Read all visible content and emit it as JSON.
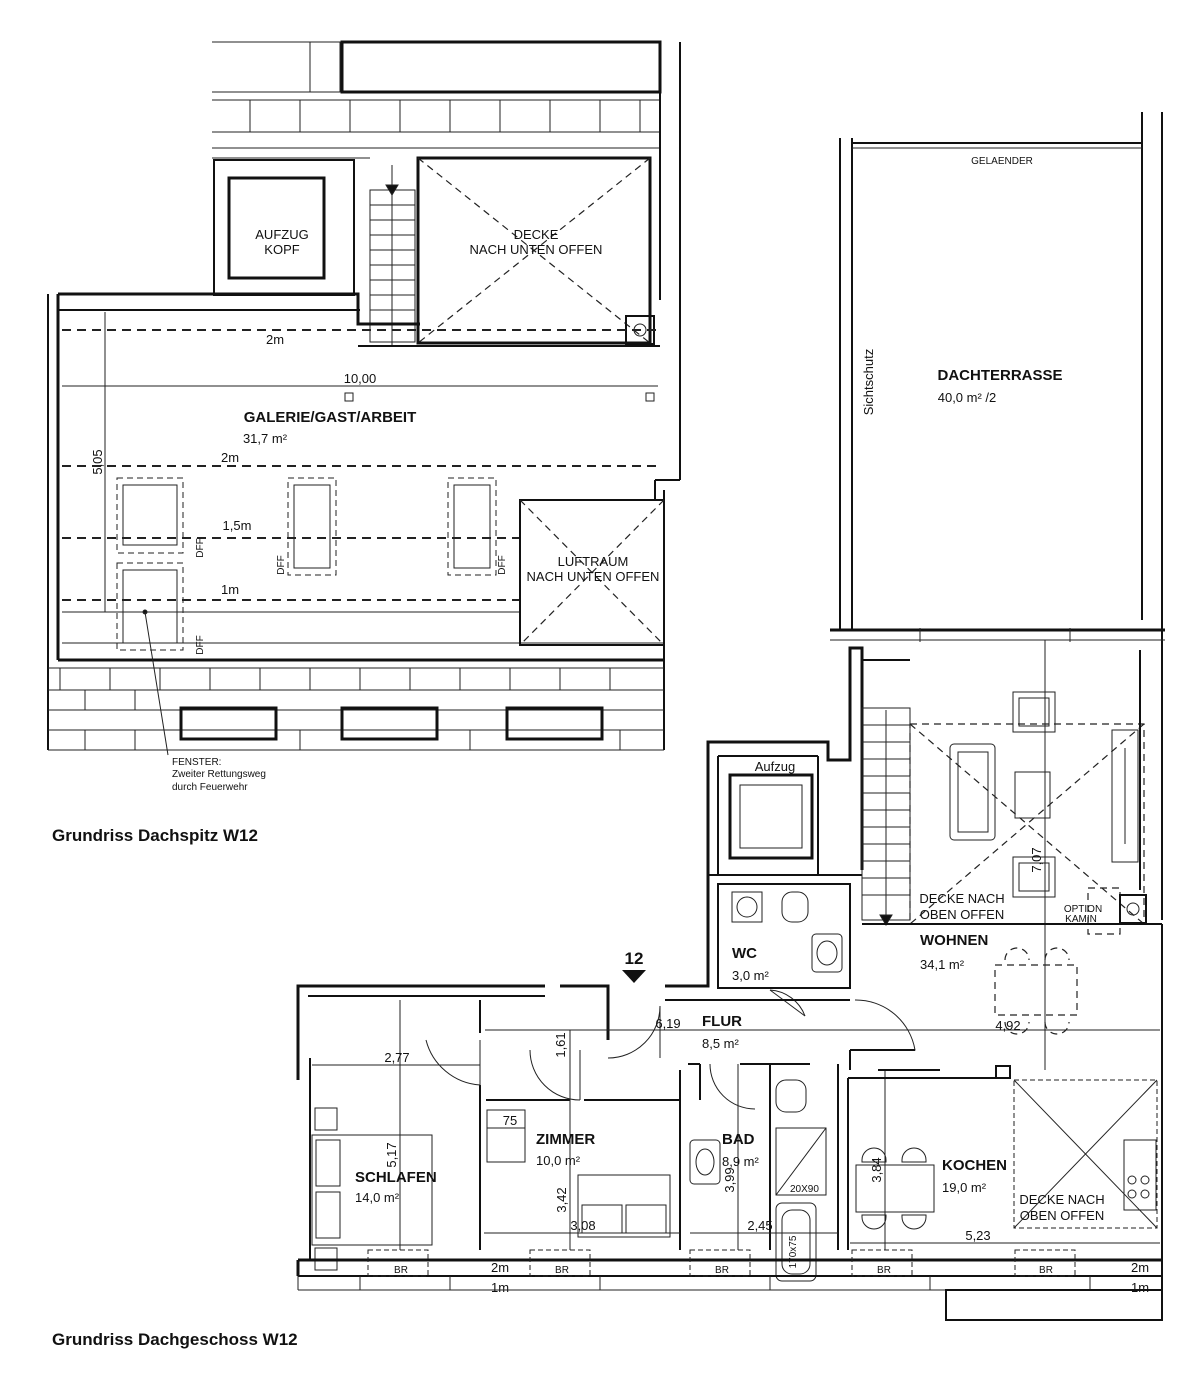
{
  "titles": {
    "top": "Grundriss Dachspitz W12",
    "bottom": "Grundriss Dachgeschoss W12"
  },
  "rooms": {
    "galerie_name": "GALERIE/GAST/ARBEIT",
    "galerie_area": "31,7 m²",
    "dachterrasse_name": "DACHTERRASSE",
    "dachterrasse_area": "40,0 m² /2",
    "wohnen_name": "WOHNEN",
    "wohnen_area": "34,1 m²",
    "wc_name": "WC",
    "wc_area": "3,0 m²",
    "flur_name": "FLUR",
    "flur_area": "8,5 m²",
    "zimmer_name": "ZIMMER",
    "zimmer_area": "10,0 m²",
    "bad_name": "BAD",
    "bad_area": "8,9 m²",
    "schlafen_name": "SCHLAFEN",
    "schlafen_area": "14,0 m²",
    "kochen_name": "KOCHEN",
    "kochen_area": "19,0 m²"
  },
  "notes": {
    "aufzug_kopf_1": "AUFZUG",
    "aufzug_kopf_2": "KOPF",
    "decke_offen_1": "DECKE",
    "decke_offen_2": "NACH UNTEN OFFEN",
    "luftraum_1": "LUFTRAUM",
    "luftraum_2": "NACH UNTEN OFFEN",
    "fenster_1": "FENSTER:",
    "fenster_2": "Zweiter Rettungsweg",
    "fenster_3": "durch Feuerwehr",
    "gelaender": "GELAENDER",
    "sichtschutz": "Sichtschutz",
    "aufzug": "Aufzug",
    "decke_oben_1": "DECKE NACH",
    "decke_oben_2": "OBEN OFFEN",
    "option_1": "OPTION",
    "option_2": "KAMIN",
    "decke_oben_k1": "DECKE NACH",
    "decke_oben_k2": "OBEN OFFEN",
    "entrance_number": "12",
    "dff": "DFF",
    "br": "BR",
    "dusche": "20X90",
    "wanne": "170x75"
  },
  "dimensions": {
    "d_2m_top": "2m",
    "d_10_00": "10,00",
    "d_5_05": "5,05",
    "d_2m": "2m",
    "d_1_5m": "1,5m",
    "d_1m": "1m",
    "d_7_07": "7,07",
    "d_6_19": "6,19",
    "d_4_92": "4,92",
    "d_1_61": "1,61",
    "d_2_77": "2,77",
    "d_75": "75",
    "d_5_17": "5,17",
    "d_3_42": "3,42",
    "d_3_08": "3,08",
    "d_3_99": "3,99",
    "d_2_45": "2,45",
    "d_3_84": "3,84",
    "d_5_23": "5,23",
    "d_2m_zimmer": "2m",
    "d_1m_zimmer": "1m",
    "d_2m_kochen": "2m",
    "d_1m_kochen": "1m"
  }
}
